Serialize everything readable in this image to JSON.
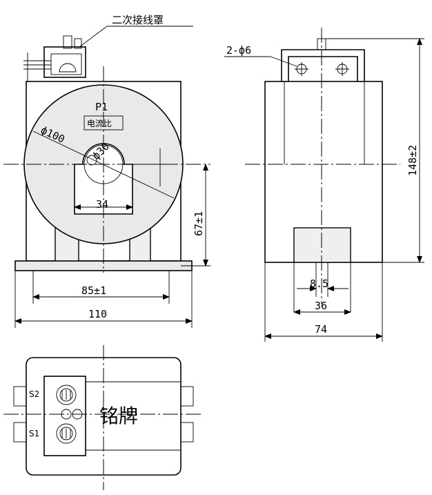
{
  "labels": {
    "cover": "二次接线罩",
    "holes": "2-ф6",
    "terminal_p1": "P1",
    "ratio": "电流比",
    "nameplate": "铭牌",
    "s2": "S2",
    "s1": "S1"
  },
  "dimensions": {
    "outer_diameter": "ф100",
    "inner_diameter": "ф30",
    "window_width": "34",
    "center_height": "67±1",
    "mount_spacing": "85±1",
    "base_length": "110",
    "total_height": "148±2",
    "slot_width": "8.5",
    "foot_width": "36",
    "side_width": "74"
  }
}
